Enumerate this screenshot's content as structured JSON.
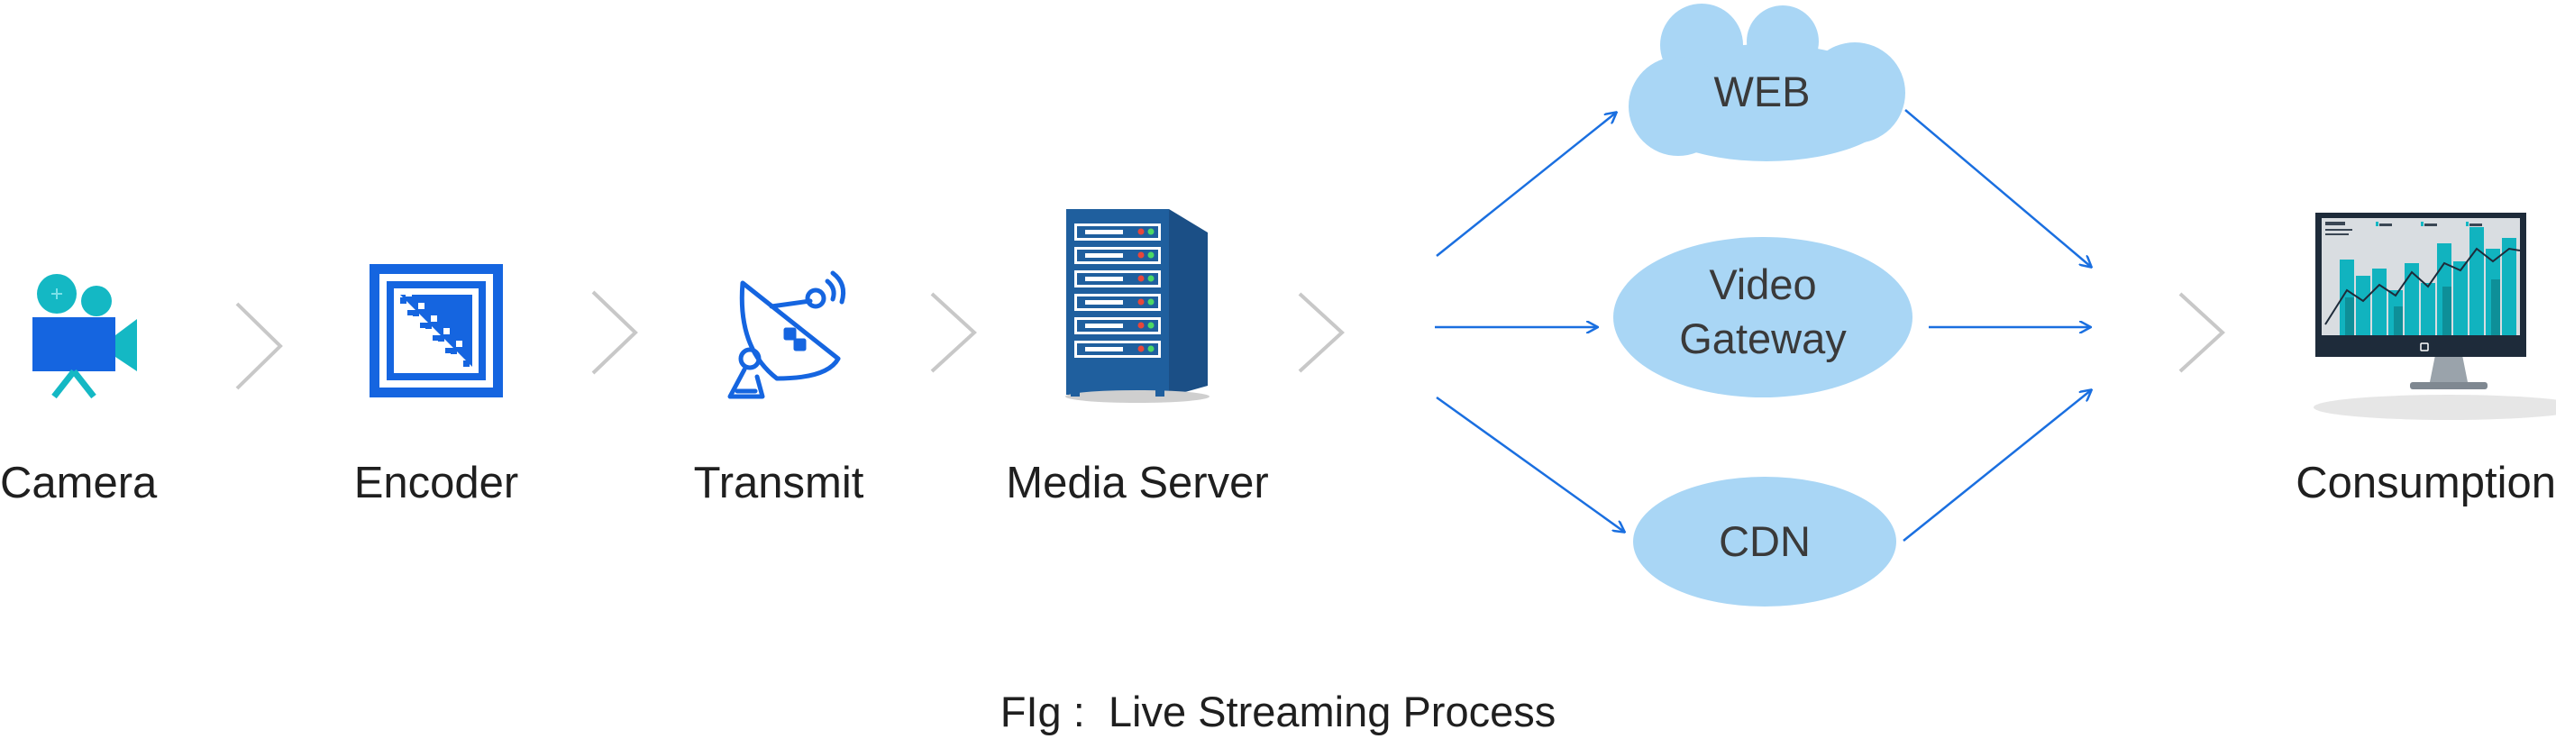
{
  "colors": {
    "arrow_blue": "#1a6fe0",
    "chevron_gray": "#c8c8c8",
    "cloud_fill": "#a9d6f5",
    "icon_blue": "#1565e0",
    "icon_teal": "#14b8c4",
    "server_blue": "#1f5f9e"
  },
  "stages": [
    {
      "label": "Camera",
      "icon": "video-camera-icon"
    },
    {
      "label": "Encoder",
      "icon": "encoder-icon"
    },
    {
      "label": "Transmit",
      "icon": "satellite-dish-icon"
    },
    {
      "label": "Media Server",
      "icon": "server-rack-icon"
    },
    {
      "label": "Consumption",
      "icon": "monitor-dashboard-icon"
    }
  ],
  "destinations": [
    {
      "label": "WEB",
      "shape": "cloud"
    },
    {
      "label": "Video Gateway",
      "shape": "ellipse"
    },
    {
      "label": "CDN",
      "shape": "ellipse"
    }
  ],
  "caption": "FIg :  Live Streaming Process"
}
